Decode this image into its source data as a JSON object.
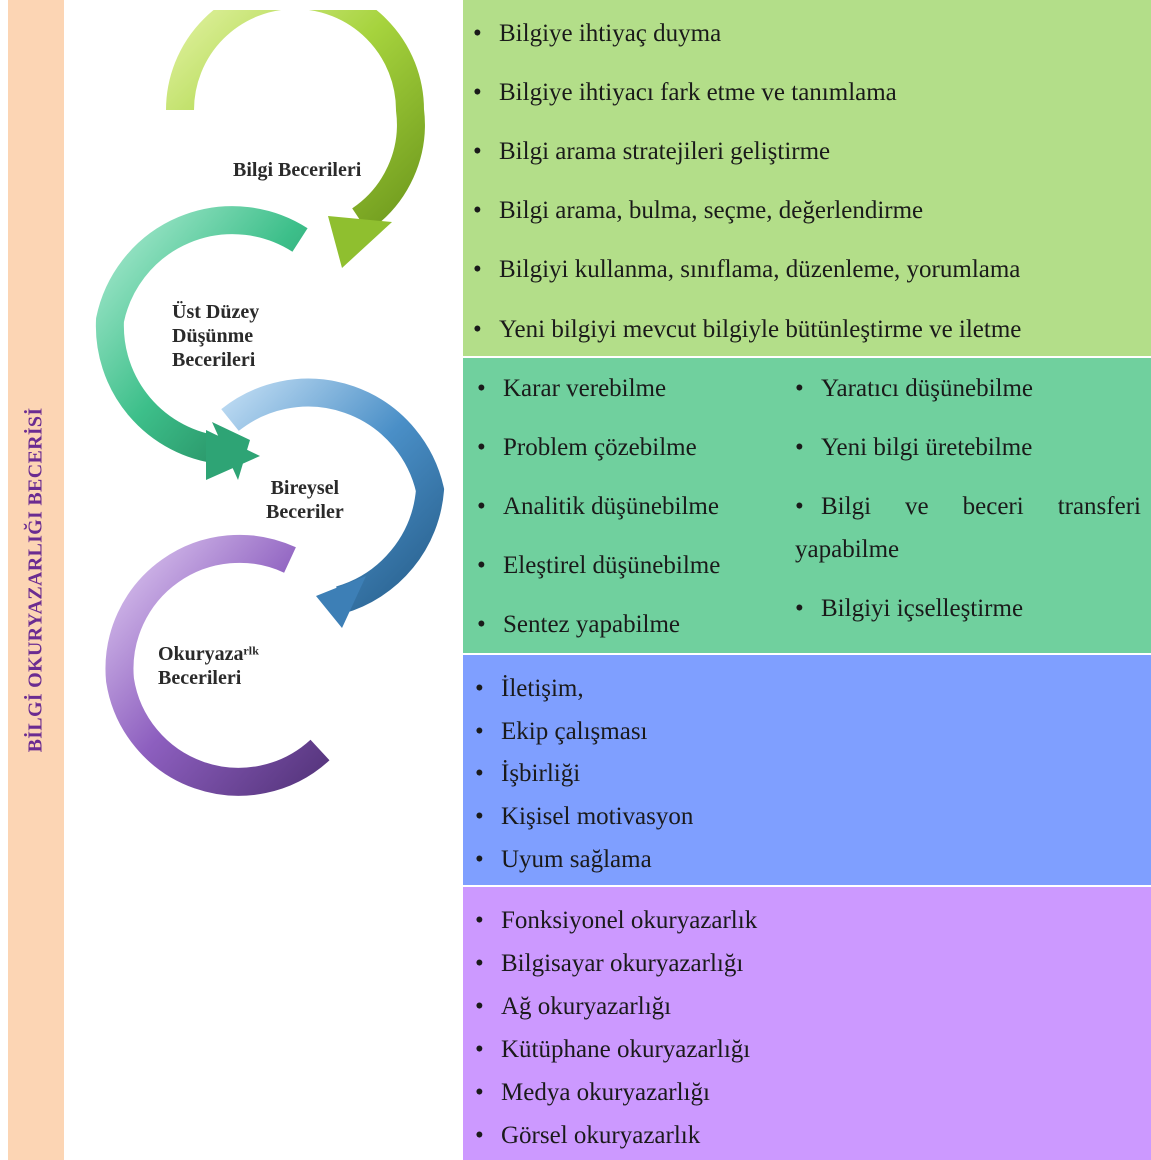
{
  "side_title": "BİLGİ OKURYAZARLIĞI BECERİSİ",
  "arrow_labels": {
    "bilgi": "Bilgi Becerileri",
    "ust_duzey": "Üst Düzey\nDüşünme\nBecerileri",
    "bireysel": "Bireysel\nBeceriler",
    "okuryazarlik": "Okuryazaʳˡᵏ\nBecerileri"
  },
  "bullet": "•",
  "bilgi_becerileri": [
    "Bilgiye ihtiyaç duyma",
    "Bilgiye ihtiyacı fark etme ve tanımlama",
    "Bilgi arama stratejileri geliştirme",
    "Bilgi arama, bulma, seçme, değerlendirme",
    "Bilgiyi kullanma, sınıflama, düzenleme, yorumlama",
    "Yeni bilgiyi mevcut bilgiyle bütünleştirme ve iletme"
  ],
  "ust_duzey_left": [
    "Karar verebilme",
    "Problem çözebilme",
    "Analitik düşünebilme",
    "Eleştirel düşünebilme",
    "Sentez yapabilme"
  ],
  "ust_duzey_right": {
    "r1": "Yaratıcı düşünebilme",
    "r2": "Yeni bilgi üretebilme",
    "r3_words": [
      "Bilgi",
      "ve",
      "beceri",
      "transferi"
    ],
    "r3_cont": "yapabilme",
    "r4": "Bilgiyi içselleştirme"
  },
  "bireysel": [
    "İletişim,",
    "Ekip çalışması",
    "İşbirliği",
    "Kişisel motivasyon",
    "Uyum sağlama"
  ],
  "okuryazarlik": [
    "Fonksiyonel okuryazarlık",
    "Bilgisayar okuryazarlığı",
    "Ağ okuryazarlığı",
    "Kütüphane okuryazarlığı",
    "Medya okuryazarlığı",
    "Görsel okuryazarlık"
  ],
  "colors": {
    "side_bar": "#fcd5b4",
    "side_title": "#6b2c91",
    "panel_bilgi": "#b3de89",
    "panel_ust_duzey": "#70d09e",
    "panel_bireysel": "#7f9fff",
    "panel_okuryazarlik": "#cc99ff",
    "arrow_green": "#a6d33d",
    "arrow_teal": "#3dbf8a",
    "arrow_blue": "#4a8fc7",
    "arrow_purple": "#8d5fbf"
  }
}
